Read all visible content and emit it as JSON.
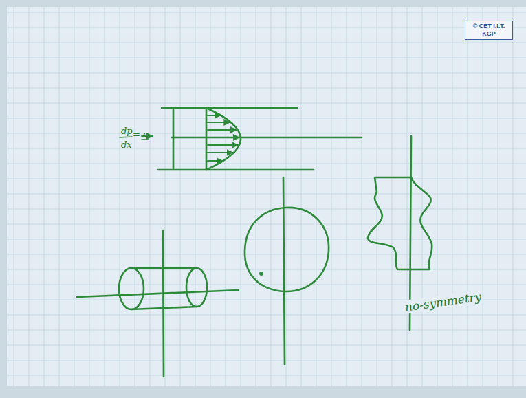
{
  "diagram": {
    "nodes": [
      {
        "text": [
          "© CET I.I.T. KGP"
        ]
      }
    ],
    "labels": [
      "dp",
      "dx",
      "= c",
      "no-symmetry"
    ]
  }
}
